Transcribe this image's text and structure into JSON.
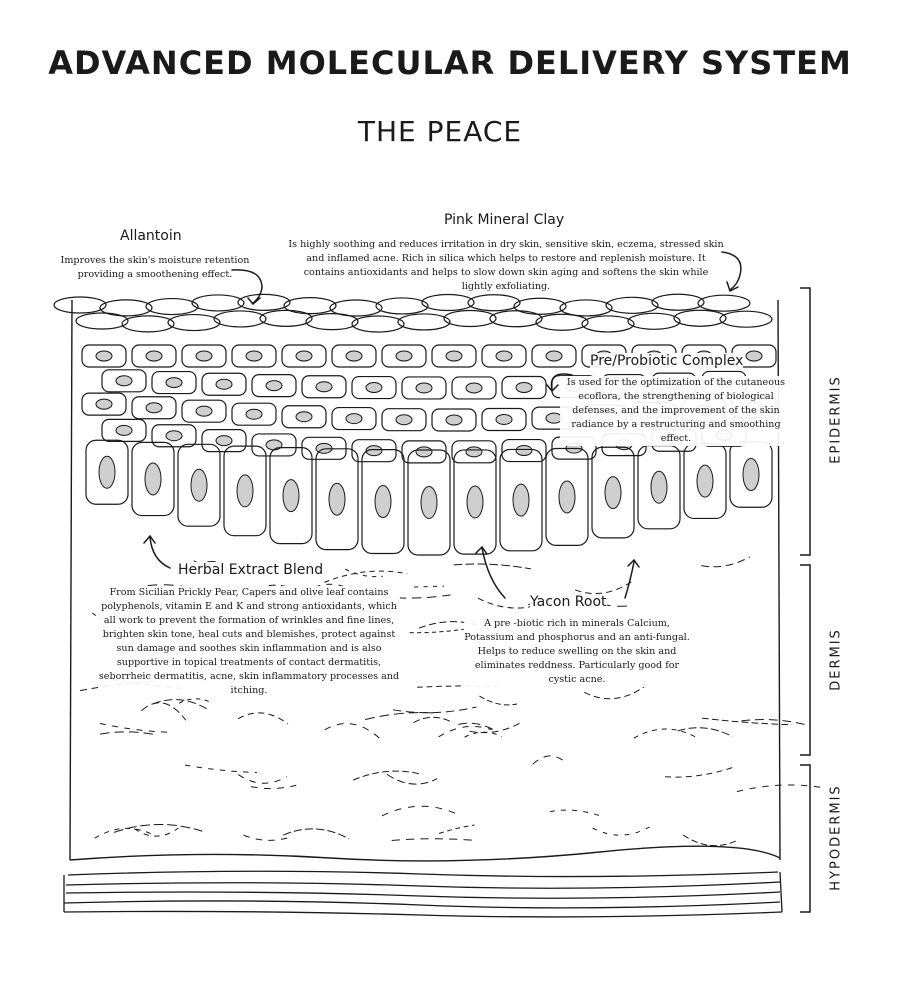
{
  "header": {
    "title": "ADVANCED MOLECULAR DELIVERY SYSTEM",
    "subtitle": "THE PEACE"
  },
  "ingredients": {
    "allantoin": {
      "name": "Allantoin",
      "description": "Improves the skin's moisture retention providing a smoothening effect."
    },
    "pink_mineral_clay": {
      "name": "Pink Mineral Clay",
      "description": "Is highly soothing and reduces irritation in dry skin, sensitive skin, eczema, stressed skin and inflamed acne. Rich in silica which helps to restore and replenish moisture. It contains antioxidants and helps to slow down skin aging and softens the skin while lightly exfoliating."
    },
    "pre_probiotic": {
      "name": "Pre/Probiotic Complex",
      "description": "Is used for the optimization of the cutaneous ecoflora, the strengthening of biological defenses, and the improvement of the skin radiance by a restructuring and smoothing effect."
    },
    "herbal_extract": {
      "name": "Herbal Extract Blend",
      "description": "From Sicilian Prickly Pear, Capers and olive leaf contains polyphenols, vitamin E and K and strong antioxidants, which all work to prevent the formation of wrinkles and fine lines, brighten skin tone, heal cuts and blemishes, protect against sun damage and soothes skin inflammation and is also supportive in topical treatments of contact dermatitis, seborrheic dermatitis, acne, skin inflammatory processes and itching."
    },
    "yacon_root": {
      "name": "Yacon Root",
      "description": "A pre -biotic rich in minerals Calcium, Potassium and phosphorus and an anti-fungal. Helps to reduce swelling on the skin and eliminates reddness. Particularly good for cystic acne."
    }
  },
  "layers": {
    "epidermis": "EPIDERMIS",
    "dermis": "DERMIS",
    "hypodermis": "HYPODERMIS"
  },
  "colors": {
    "ink": "#1a1a1a",
    "nucleus_fill": "#cfcfcf",
    "background": "#ffffff"
  }
}
